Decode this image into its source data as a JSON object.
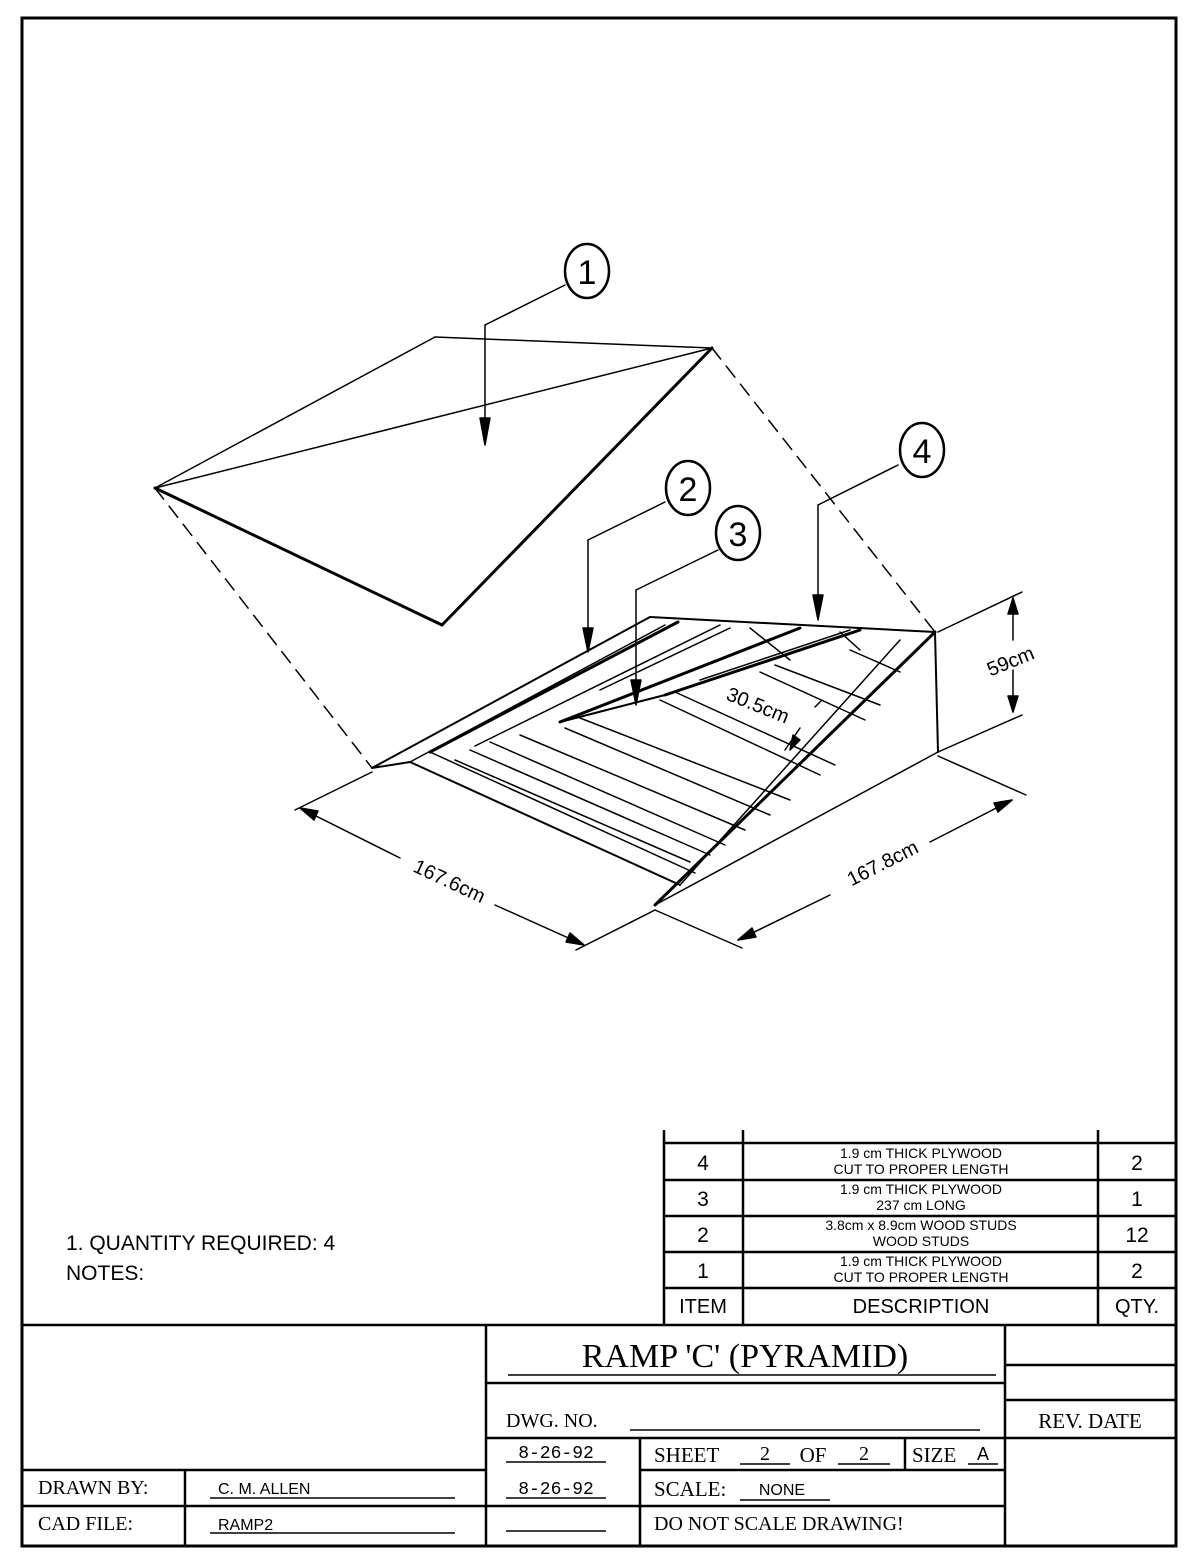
{
  "callouts": [
    "1",
    "2",
    "3",
    "4"
  ],
  "dimensions": {
    "height": "59cm",
    "spacing": "30.5cm",
    "width_left": "167.6cm",
    "width_right": "167.8cm"
  },
  "bom": {
    "rows": [
      {
        "item": "4",
        "desc1": "1.9 cm THICK PLYWOOD",
        "desc2": "CUT TO PROPER LENGTH",
        "qty": "2"
      },
      {
        "item": "3",
        "desc1": "1.9 cm THICK PLYWOOD",
        "desc2": "237 cm LONG",
        "qty": "1"
      },
      {
        "item": "2",
        "desc1": "3.8cm x 8.9cm WOOD STUDS",
        "desc2": "WOOD STUDS",
        "qty": "12"
      },
      {
        "item": "1",
        "desc1": "1.9 cm THICK PLYWOOD",
        "desc2": "CUT TO PROPER LENGTH",
        "qty": "2"
      }
    ],
    "header": {
      "item": "ITEM",
      "description": "DESCRIPTION",
      "qty": "QTY."
    }
  },
  "notes": {
    "line1": "1. QUANTITY REQUIRED: 4",
    "line2": "NOTES:"
  },
  "title_block": {
    "title": "RAMP 'C' (PYRAMID)",
    "dwg_no_label": "DWG. NO.",
    "rev_date_label": "REV. DATE",
    "sheet_label": "SHEET",
    "sheet_num": "2",
    "of_label": "OF",
    "sheet_total": "2",
    "size_label": "SIZE",
    "size": "A",
    "scale_label": "SCALE:",
    "scale": "NONE",
    "warning": "DO NOT SCALE DRAWING!",
    "date1": "8-26-92",
    "date2": "8-26-92",
    "drawn_by_label": "DRAWN BY:",
    "drawn_by": "C. M. ALLEN",
    "cad_file_label": "CAD FILE:",
    "cad_file": "RAMP2"
  }
}
